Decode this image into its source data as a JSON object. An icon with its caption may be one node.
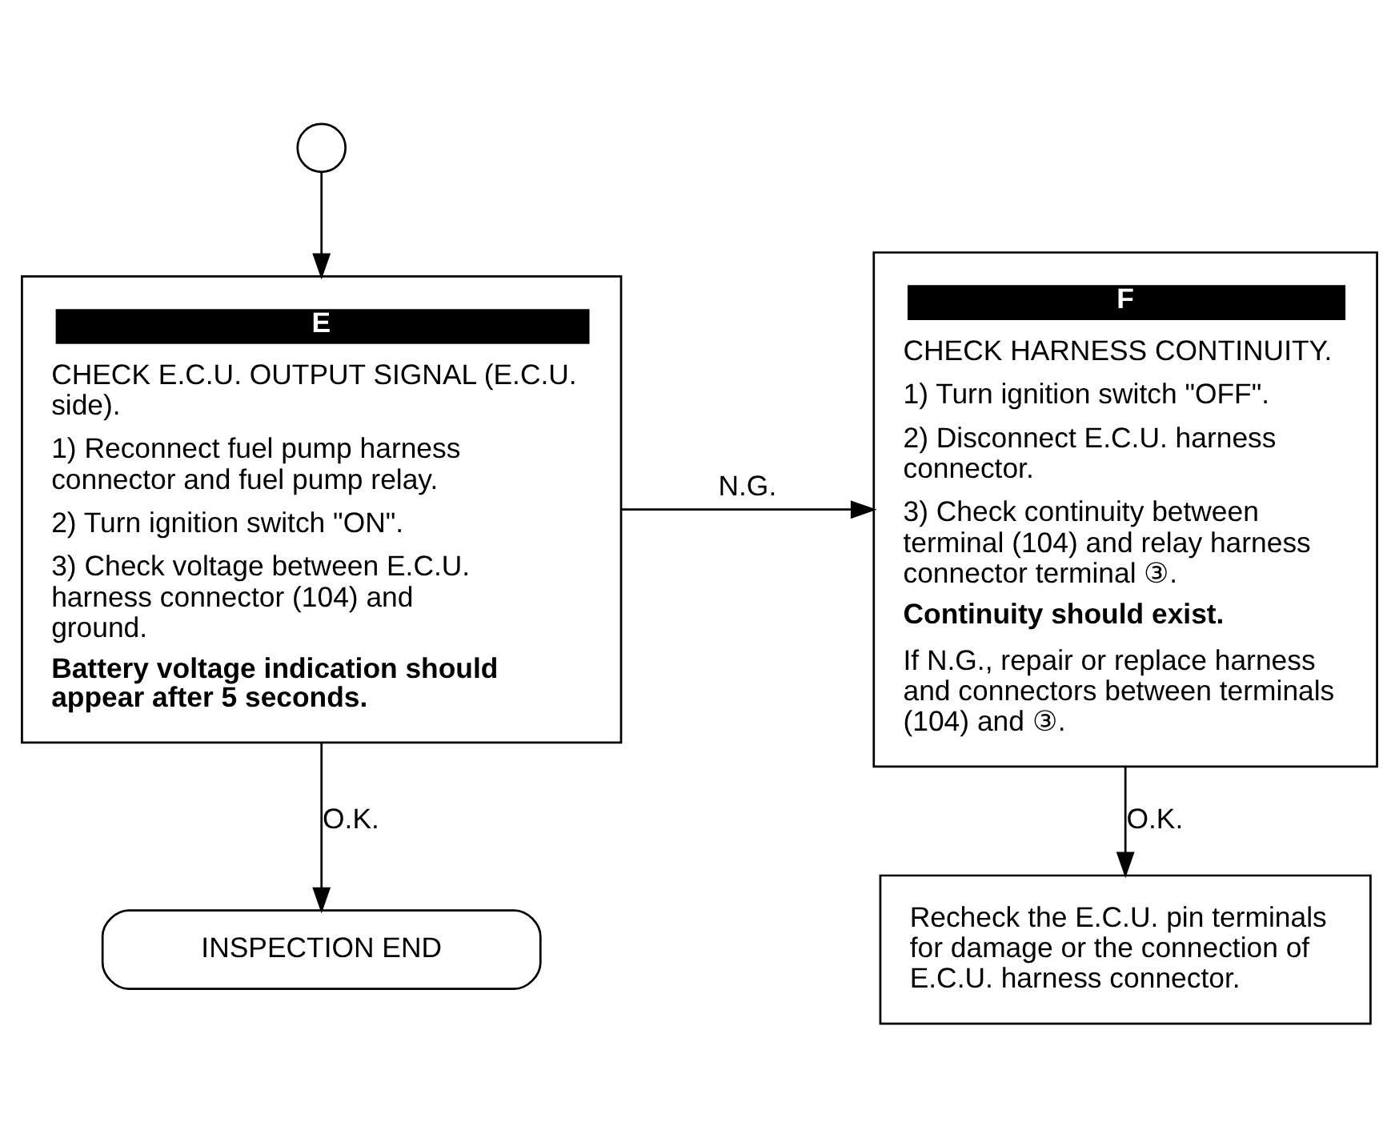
{
  "diagram": {
    "nodes": [
      {
        "text": [],
        "shape": "circle"
      },
      {
        "text": [
          "E",
          "CHECK E.C.U. OUTPUT SIGNAL (E.C.U. side).",
          "1) Reconnect fuel pump harness connector and fuel pump relay.",
          "2) Turn ignition switch \"ON\".",
          "3) Check voltage between E.C.U. harness connector (104) and ground.",
          "Battery voltage indication should appear after 5 seconds."
        ]
      },
      {
        "text": [
          "F",
          "CHECK HARNESS CONTINUITY.",
          "1) Turn ignition switch \"OFF\".",
          "2) Disconnect E.C.U. harness connector.",
          "3) Check continuity between terminal (104) and relay harness connector terminal ③.",
          "Continuity should exist.",
          "If N.G., repair or replace harness and connectors between terminals (104) and ③."
        ]
      },
      {
        "text": [
          "INSPECTION END"
        ]
      },
      {
        "text": [
          "Recheck the E.C.U. pin terminals for damage or the connection of E.C.U. harness connector."
        ]
      }
    ],
    "edges": [
      {
        "from": 0,
        "to": 1,
        "arrow": "to"
      },
      {
        "from": 1,
        "to": 2,
        "arrow": "to",
        "label": "N.G."
      },
      {
        "from": 1,
        "to": 3,
        "arrow": "to",
        "label": "O.K."
      },
      {
        "from": 2,
        "to": 4,
        "arrow": "to",
        "label": "O.K."
      }
    ]
  }
}
